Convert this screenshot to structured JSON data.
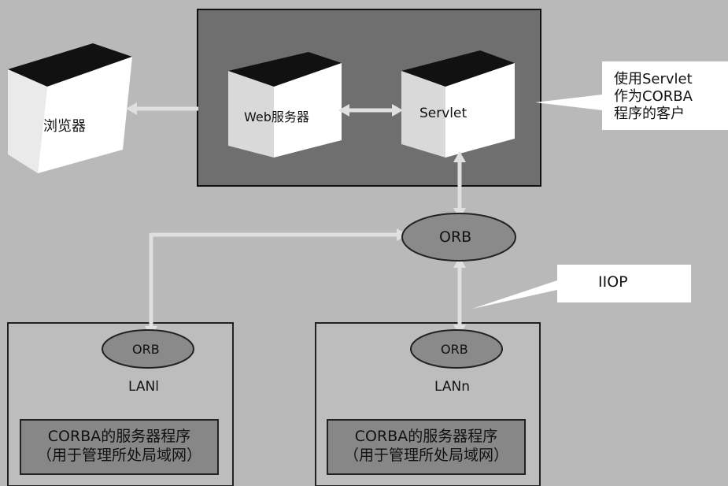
{
  "nodes": {
    "browser": "浏览器",
    "web_server": "Web服务器",
    "servlet": "Servlet",
    "orb_main": "ORB",
    "orb_lan1": "ORB",
    "orb_lann": "ORB",
    "lan1": "LANl",
    "lann": "LANn"
  },
  "callouts": {
    "servlet_note": [
      "使用Servlet",
      "作为CORBA",
      "程序的客户"
    ],
    "iiop": "IIOP"
  },
  "server_program": {
    "line1": "CORBA的服务器程序",
    "line2": "（用于管理所处局域网）"
  },
  "colors": {
    "background": "#b9b9b9",
    "web_container": "#6f6f6f",
    "cube_face": "#ffffff",
    "cube_side": "#d9d9d9",
    "cube_top": "#111111",
    "orb_fill": "#8a8a8a",
    "lan_box": "#bdbdbd",
    "server_box": "#878787",
    "connector": "#e0e0e0"
  }
}
